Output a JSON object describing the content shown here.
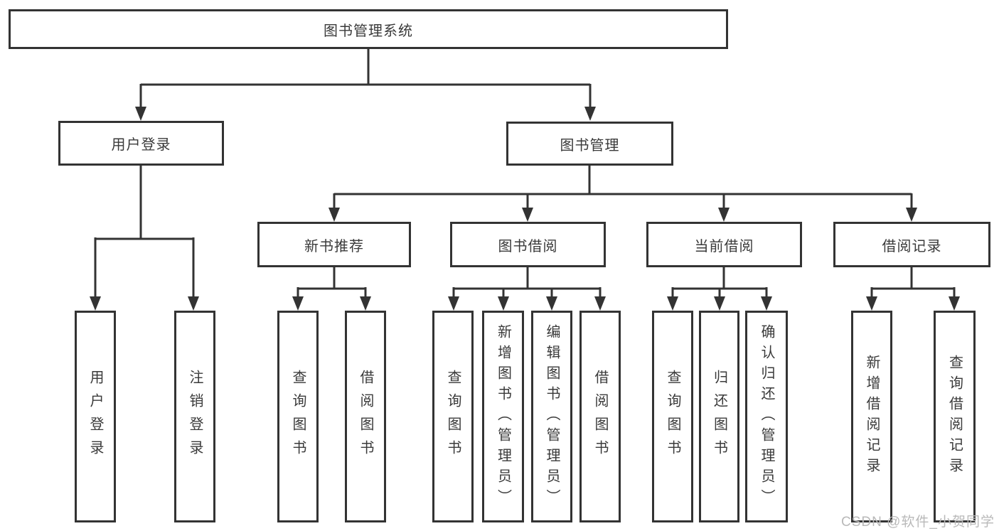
{
  "diagram": {
    "root": {
      "label": "图书管理系统"
    },
    "branches": [
      {
        "label": "用户登录",
        "children": [
          {
            "label": "用户登录"
          },
          {
            "label": "注销登录"
          }
        ]
      },
      {
        "label": "图书管理",
        "children": [
          {
            "label": "新书推荐",
            "children": [
              {
                "label": "查询图书"
              },
              {
                "label": "借阅图书"
              }
            ]
          },
          {
            "label": "图书借阅",
            "children": [
              {
                "label": "查询图书"
              },
              {
                "label": "新增图书（管理员）"
              },
              {
                "label": "编辑图书（管理员）"
              },
              {
                "label": "借阅图书"
              }
            ]
          },
          {
            "label": "当前借阅",
            "children": [
              {
                "label": "查询图书"
              },
              {
                "label": "归还图书"
              },
              {
                "label": "确认归还（管理员）"
              }
            ]
          },
          {
            "label": "借阅记录",
            "children": [
              {
                "label": "新增借阅记录"
              },
              {
                "label": "查询借阅记录"
              }
            ]
          }
        ]
      }
    ]
  },
  "watermark": {
    "text": "CSDN @软件_小贺同学"
  },
  "colors": {
    "line": "#333333",
    "text": "#3a3a3a",
    "background": "#ffffff",
    "watermark": "#b9b9b9"
  }
}
